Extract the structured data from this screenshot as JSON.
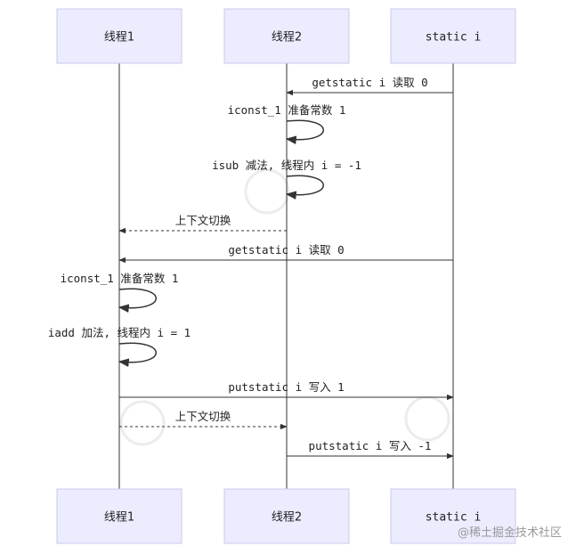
{
  "actors": [
    {
      "id": "t1",
      "label": "线程1",
      "mono": false
    },
    {
      "id": "t2",
      "label": "线程2",
      "mono": false
    },
    {
      "id": "si",
      "label": "static i",
      "mono": true
    }
  ],
  "messages": [
    {
      "from": "si",
      "to": "t2",
      "label": "getstatic i 读取 0",
      "style": "solid"
    },
    {
      "from": "t2",
      "to": "t2",
      "label": "iconst_1 准备常数 1",
      "style": "self"
    },
    {
      "from": "t2",
      "to": "t2",
      "label": "isub 减法, 线程内 i = -1",
      "style": "self"
    },
    {
      "from": "t2",
      "to": "t1",
      "label": "上下文切换",
      "style": "dashed"
    },
    {
      "from": "si",
      "to": "t1",
      "label": "getstatic i 读取 0",
      "style": "solid"
    },
    {
      "from": "t1",
      "to": "t1",
      "label": "iconst_1 准备常数 1",
      "style": "self"
    },
    {
      "from": "t1",
      "to": "t1",
      "label": "iadd 加法, 线程内 i = 1",
      "style": "self"
    },
    {
      "from": "t1",
      "to": "si",
      "label": "putstatic i 写入 1",
      "style": "solid"
    },
    {
      "from": "t1",
      "to": "t2",
      "label": "上下文切换",
      "style": "dashed"
    },
    {
      "from": "t2",
      "to": "si",
      "label": "putstatic i 写入 -1",
      "style": "solid"
    }
  ],
  "watermark": {
    "text": "@稀土掘金技术社区"
  }
}
